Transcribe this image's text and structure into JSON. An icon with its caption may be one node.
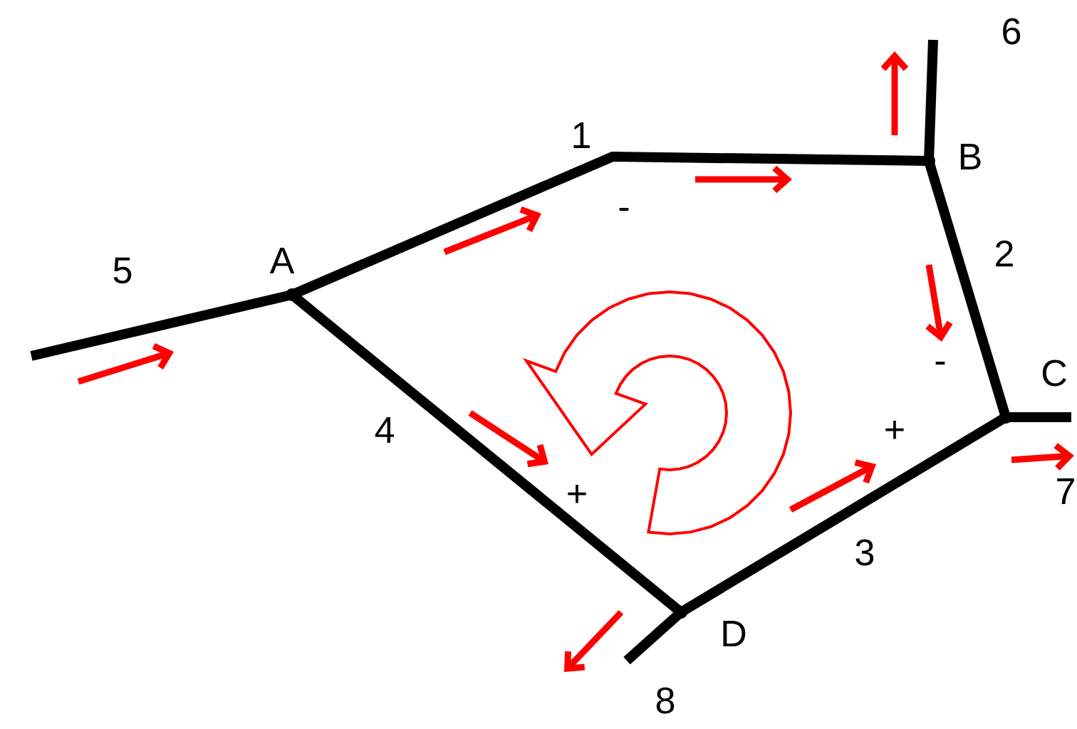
{
  "diagram": {
    "nodes": [
      {
        "text": [],
        "shape": "point",
        "beside": [
          "A"
        ]
      },
      {
        "text": [],
        "shape": "point",
        "beside": [
          "B"
        ]
      },
      {
        "text": [],
        "shape": "point",
        "beside": [
          "C"
        ]
      },
      {
        "text": [],
        "shape": "point",
        "beside": [
          "D"
        ]
      }
    ],
    "edges": [
      {
        "from": 0,
        "to": 1,
        "arrow": "none",
        "label": "1"
      },
      {
        "from": 1,
        "to": 2,
        "arrow": "none",
        "label": "2"
      },
      {
        "from": 3,
        "to": 2,
        "arrow": "none",
        "label": "3"
      },
      {
        "from": 0,
        "to": 3,
        "arrow": "none",
        "label": "4"
      },
      {
        "from": null,
        "to": 0,
        "arrow": "none",
        "label": "5"
      },
      {
        "from": 1,
        "to": null,
        "arrow": "none",
        "label": "6"
      },
      {
        "from": 2,
        "to": null,
        "arrow": "none",
        "label": "7"
      },
      {
        "from": 3,
        "to": null,
        "arrow": "none",
        "label": "8"
      }
    ],
    "labels": [
      "-",
      "-",
      "+",
      "+"
    ]
  }
}
